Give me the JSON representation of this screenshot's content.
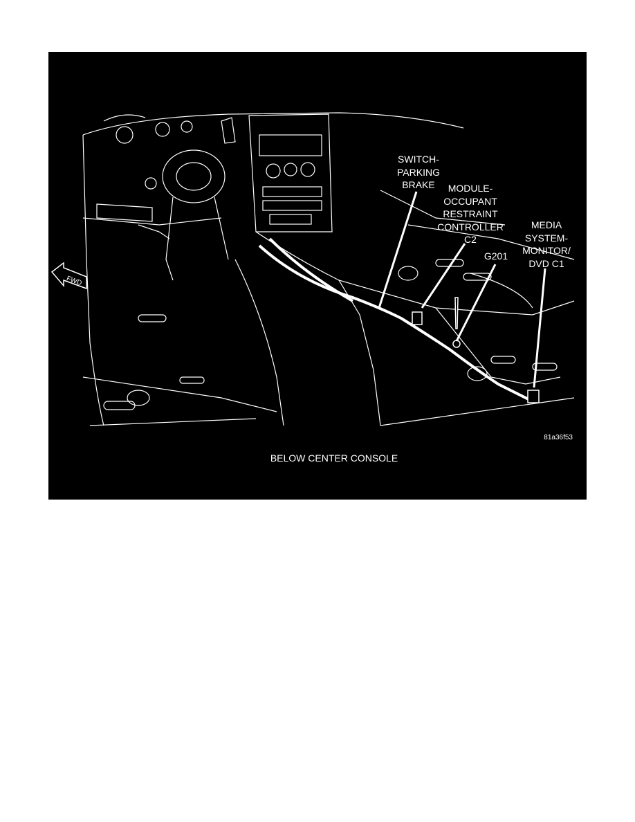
{
  "figure": {
    "callouts": [
      {
        "id": "switch-parking-brake",
        "text": "SWITCH-\nPARKING\nBRAKE"
      },
      {
        "id": "module-occupant-restraint-controller",
        "text": "MODULE-\nOCCUPANT\nRESTRAINT\nCONTROLLER\nC2"
      },
      {
        "id": "g201",
        "text": "G201"
      },
      {
        "id": "media-system-monitor",
        "text": "MEDIA\nSYSTEM-\nMONITOR/\nDVD C1"
      }
    ],
    "fwd_arrow_text": "FWD",
    "figure_code": "81a36f53",
    "caption": "BELOW CENTER CONSOLE"
  }
}
